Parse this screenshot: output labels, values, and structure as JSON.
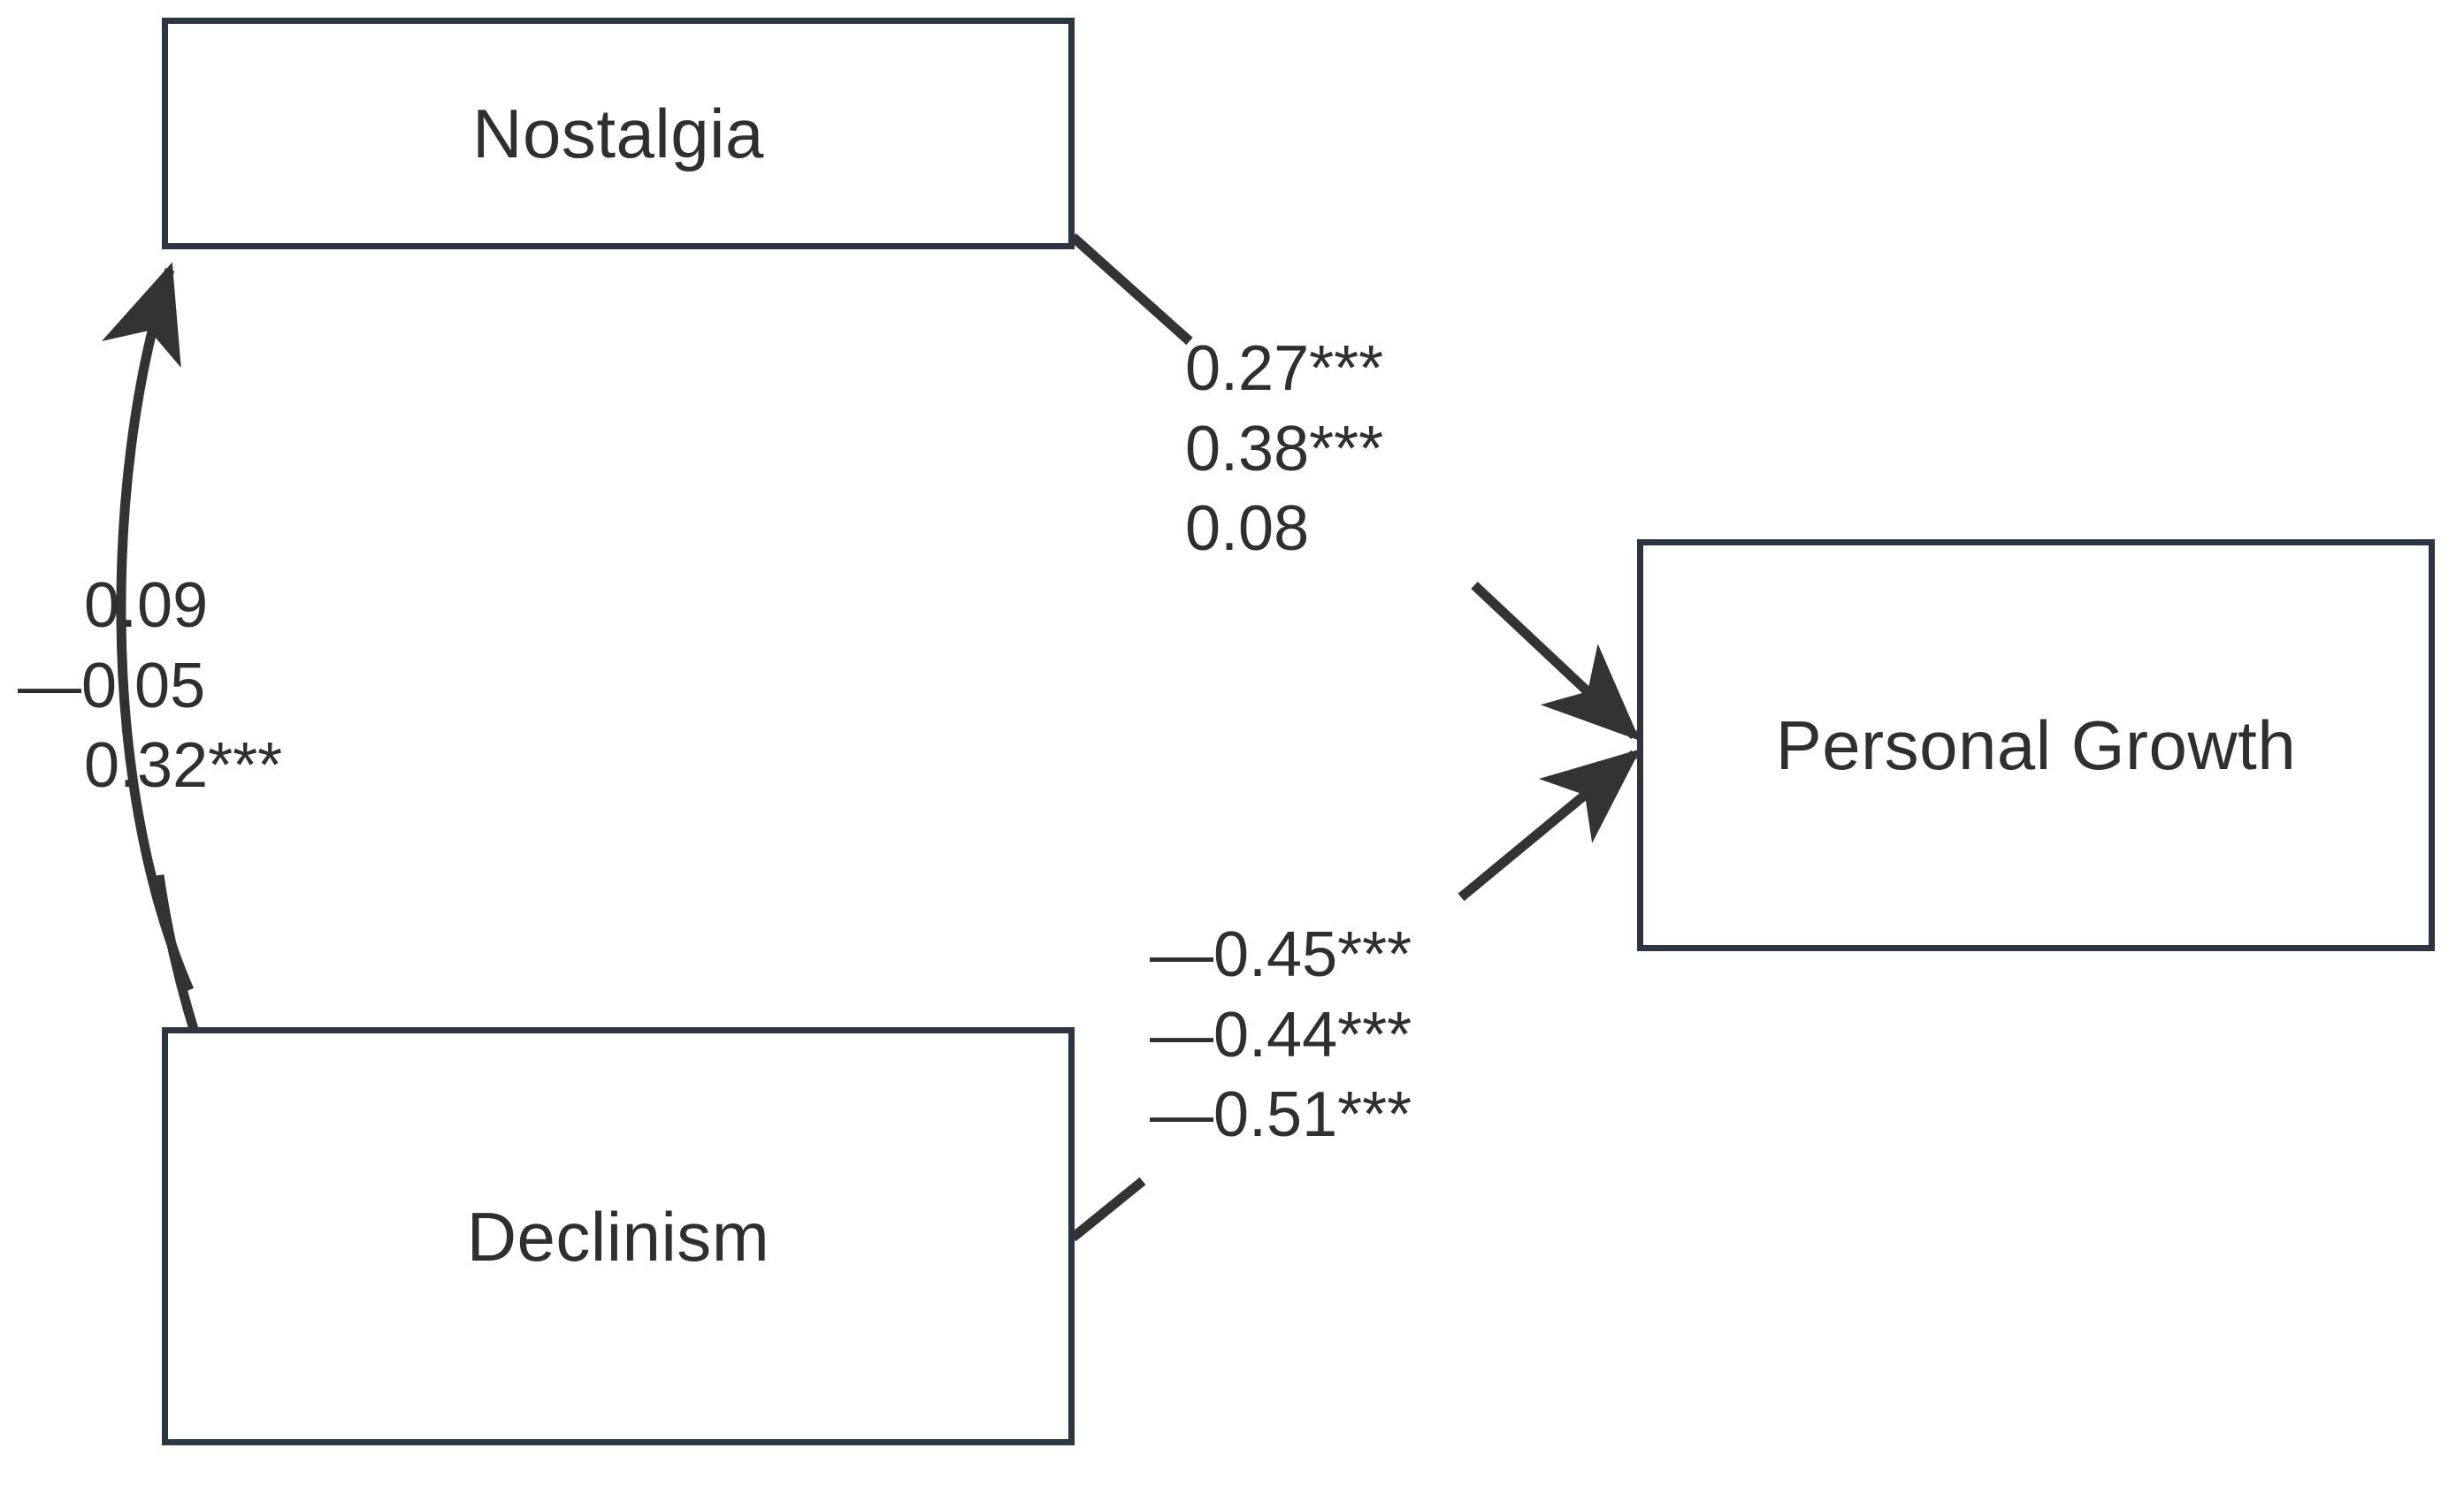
{
  "diagram": {
    "type": "path-diagram",
    "title": "",
    "background_color": "#ffffff",
    "box_border_color": "#2b3642",
    "text_color": "#2f2f2f",
    "nodes": [
      {
        "id": "nostalgia",
        "label": "Nostalgia"
      },
      {
        "id": "declinism",
        "label": "Declinism"
      },
      {
        "id": "personal_growth",
        "label": "Personal Growth"
      }
    ],
    "paths": {
      "nostalgia_to_growth": {
        "from": "Nostalgia",
        "to": "Personal Growth",
        "arrow": "single-headed",
        "coefficients": [
          "0.27***",
          "0.38***",
          "0.08"
        ]
      },
      "declinism_to_growth": {
        "from": "Declinism",
        "to": "Personal Growth",
        "arrow": "single-headed",
        "coefficients": [
          "—0.45***",
          "—0.44***",
          "—0.51***"
        ]
      },
      "nostalgia_declinism_correlation": {
        "from": "Nostalgia",
        "to": "Declinism",
        "arrow": "double-headed",
        "coefficients": [
          "0.09",
          "—0.05",
          "0.32***"
        ]
      }
    }
  },
  "chart_data": {
    "type": "diagram",
    "title": "",
    "nodes": [
      "Nostalgia",
      "Declinism",
      "Personal Growth"
    ],
    "edges": [
      {
        "source": "Nostalgia",
        "target": "Personal Growth",
        "kind": "directed",
        "labels": [
          "0.27***",
          "0.38***",
          "0.08"
        ],
        "values": [
          0.27,
          0.38,
          0.08
        ],
        "significance": [
          "***",
          "***",
          ""
        ]
      },
      {
        "source": "Declinism",
        "target": "Personal Growth",
        "kind": "directed",
        "labels": [
          "—0.45***",
          "—0.44***",
          "—0.51***"
        ],
        "values": [
          -0.45,
          -0.44,
          -0.51
        ],
        "significance": [
          "***",
          "***",
          "***"
        ]
      },
      {
        "source": "Nostalgia",
        "target": "Declinism",
        "kind": "bidirected",
        "labels": [
          "0.09",
          "—0.05",
          "0.32***"
        ],
        "values": [
          0.09,
          -0.05,
          0.32
        ],
        "significance": [
          "",
          "",
          "***"
        ]
      }
    ]
  }
}
